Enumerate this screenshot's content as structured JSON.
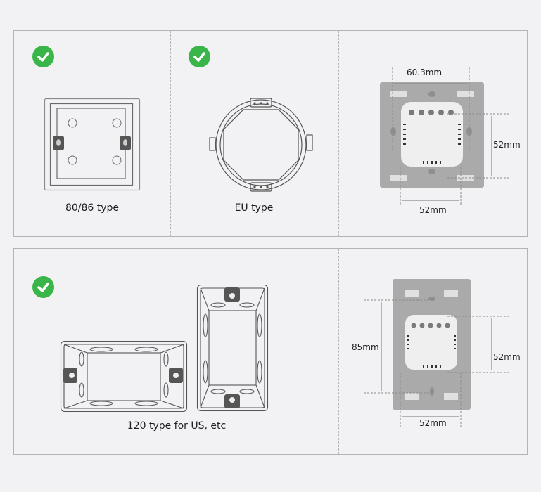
{
  "top_row": {
    "compatible_boxes": [
      {
        "label": "80/86 type",
        "icon": "check-circle-icon",
        "status_color": "#3ab54a"
      },
      {
        "label": "EU type",
        "icon": "check-circle-icon",
        "status_color": "#3ab54a"
      }
    ],
    "module": {
      "dimensions": {
        "top_width": "60.3mm",
        "height": "52mm",
        "bottom_width": "52mm"
      }
    }
  },
  "bottom_row": {
    "compatible_boxes": [
      {
        "label": "120 type for US, etc",
        "icon": "check-circle-icon",
        "status_color": "#3ab54a"
      }
    ],
    "module": {
      "dimensions": {
        "left_height": "85mm",
        "right_height": "52mm",
        "bottom_width": "52mm"
      }
    }
  },
  "colors": {
    "background": "#f2f2f4",
    "panel_border": "#b4b4b6",
    "check_green": "#3ab54a",
    "plate_gray": "#a9a9a9",
    "module_white": "#efefef",
    "line_art": "#5a5a5a"
  }
}
